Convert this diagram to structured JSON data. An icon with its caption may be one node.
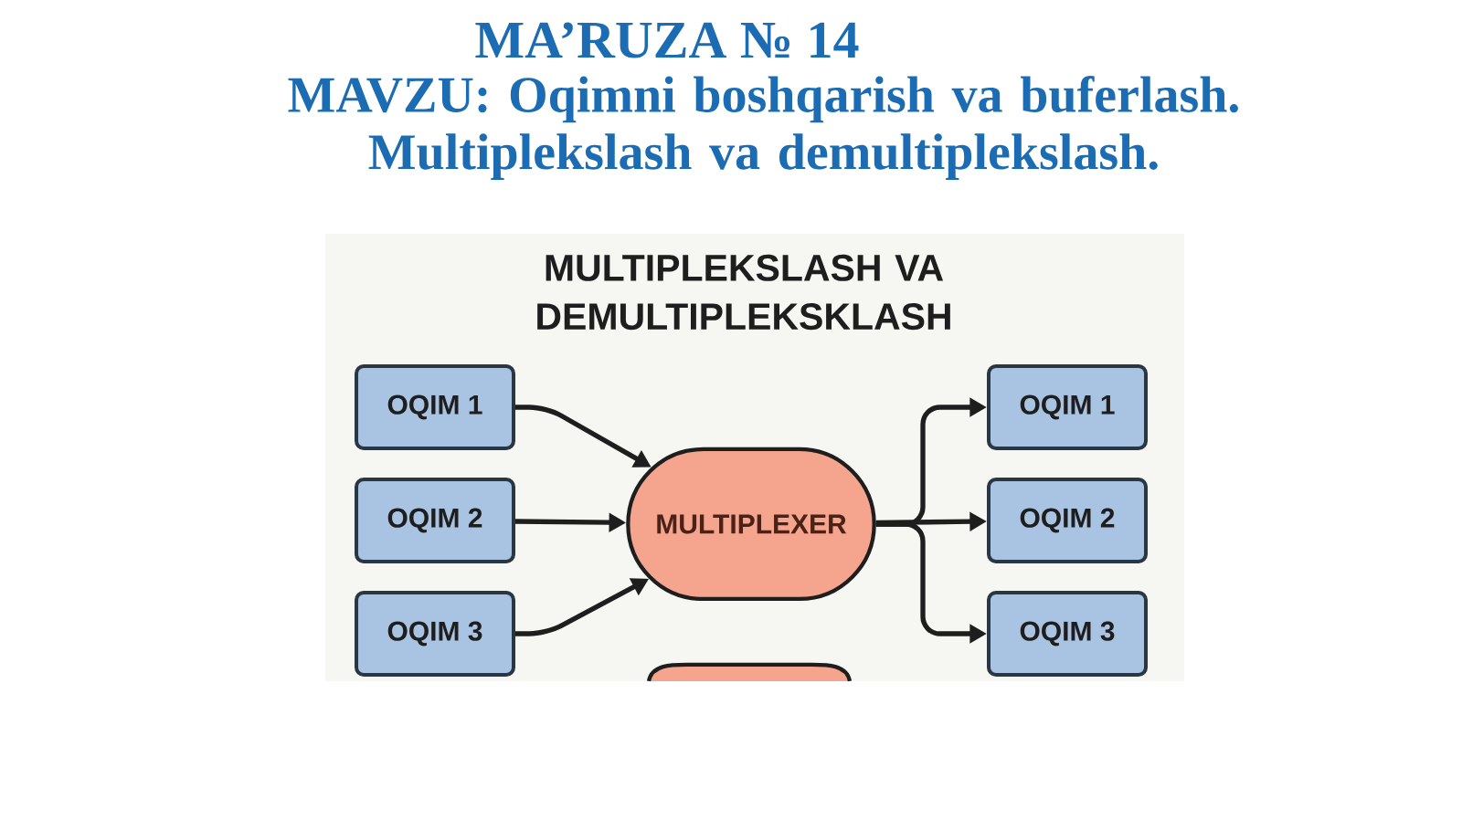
{
  "diagram": {
    "title": "MULTIPLEKSLASH VA DEMULTIPLEKSKLASH",
    "nodes": [
      {
        "text": [
          "OQIM 1"
        ]
      },
      {
        "text": [
          "OQIM 2"
        ]
      },
      {
        "text": [
          "OQIM 3"
        ]
      },
      {
        "text": [
          "MULTIPLEXER"
        ]
      },
      {
        "text": [
          "OQIM 1"
        ]
      },
      {
        "text": [
          "OQIM 2"
        ]
      },
      {
        "text": [
          "OQIM 3"
        ]
      },
      {
        "text": [],
        "shape": "box"
      }
    ],
    "edges": [
      {
        "from": 0,
        "to": 3,
        "arrow": "to"
      },
      {
        "from": 1,
        "to": 3,
        "arrow": "to"
      },
      {
        "from": 2,
        "to": 3,
        "arrow": "to"
      },
      {
        "from": 3,
        "to": 4,
        "arrow": "to"
      },
      {
        "from": 3,
        "to": 5,
        "arrow": "to"
      },
      {
        "from": 3,
        "to": 6,
        "arrow": "to"
      }
    ],
    "labels": [
      "MA’RUZA № 14",
      "MAVZU: Oqimni boshqarish va buferlash. Multiplekslash va demultiplekslash."
    ]
  }
}
